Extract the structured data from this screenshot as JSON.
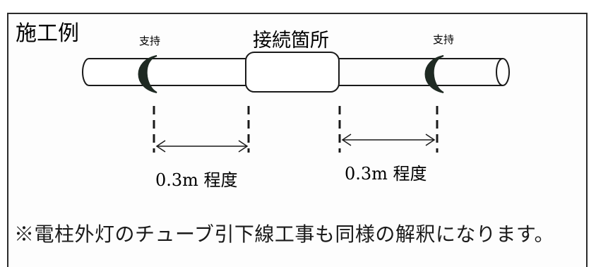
{
  "diagram": {
    "title": "施工例",
    "support_left_label": "支持",
    "support_right_label": "支持",
    "joint_label": "接続箇所",
    "distance_left_label": "0.3m 程度",
    "distance_right_label": "0.3m 程度"
  },
  "note": "※電柱外灯のチューブ引下線工事も同様の解釈になります。",
  "colors": {
    "support_fill": "#1f2a23",
    "line": "#1a1a1a"
  }
}
